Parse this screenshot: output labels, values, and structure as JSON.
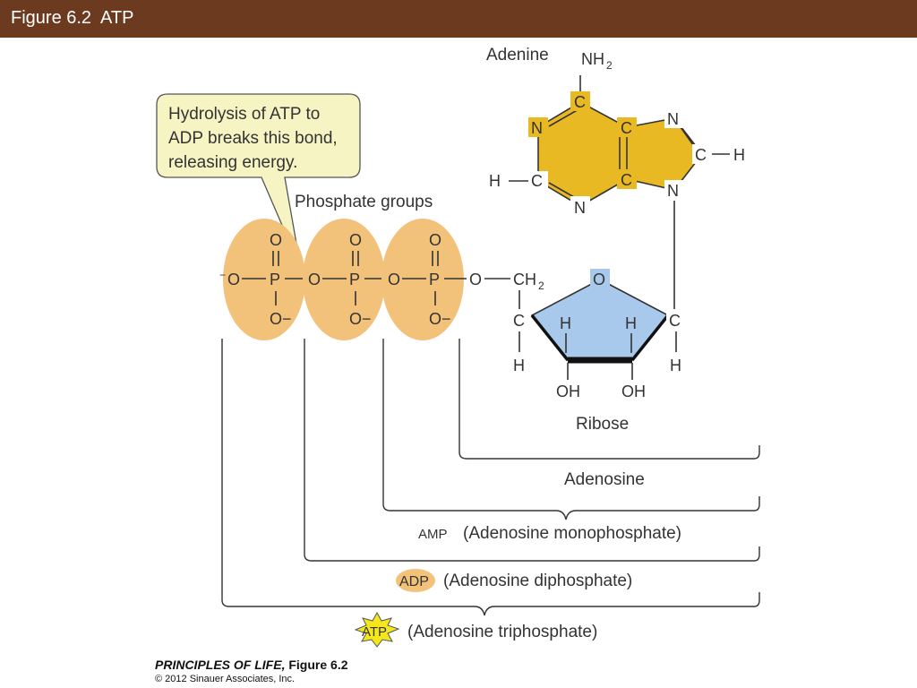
{
  "header": {
    "title": "Figure 6.2  ATP"
  },
  "callout": {
    "lines": [
      "Hydrolysis of ATP to",
      "ADP breaks this bond,",
      "releasing energy."
    ]
  },
  "labels": {
    "phosphate_groups": "Phosphate groups",
    "adenine": "Adenine",
    "ribose": "Ribose",
    "adenosine": "Adenosine",
    "amp_badge": "AMP",
    "amp_name": "(Adenosine monophosphate)",
    "adp_badge": "ADP",
    "adp_name": "(Adenosine diphosphate)",
    "atp_badge": "ATP",
    "atp_name": "(Adenosine triphosphate)"
  },
  "atoms": {
    "O": "O",
    "O_minus": "O−",
    "minus": "−",
    "P": "P",
    "C": "C",
    "N": "N",
    "H": "H",
    "CH": "CH",
    "NH": "NH",
    "sub2": "2",
    "OH": "OH"
  },
  "credit": {
    "book": "PRINCIPLES OF LIFE,",
    "figure": " Figure 6.2",
    "copyright": "© 2012 Sinauer Associates, Inc."
  },
  "colors": {
    "title_bar": "#6b3a1f",
    "phosphate_fill": "#f2c27b",
    "adenine_fill": "#e8b923",
    "ribose_fill": "#a9c9ec",
    "callout_fill": "#f7f4c4",
    "atp_star_fill": "#f4e81c"
  }
}
